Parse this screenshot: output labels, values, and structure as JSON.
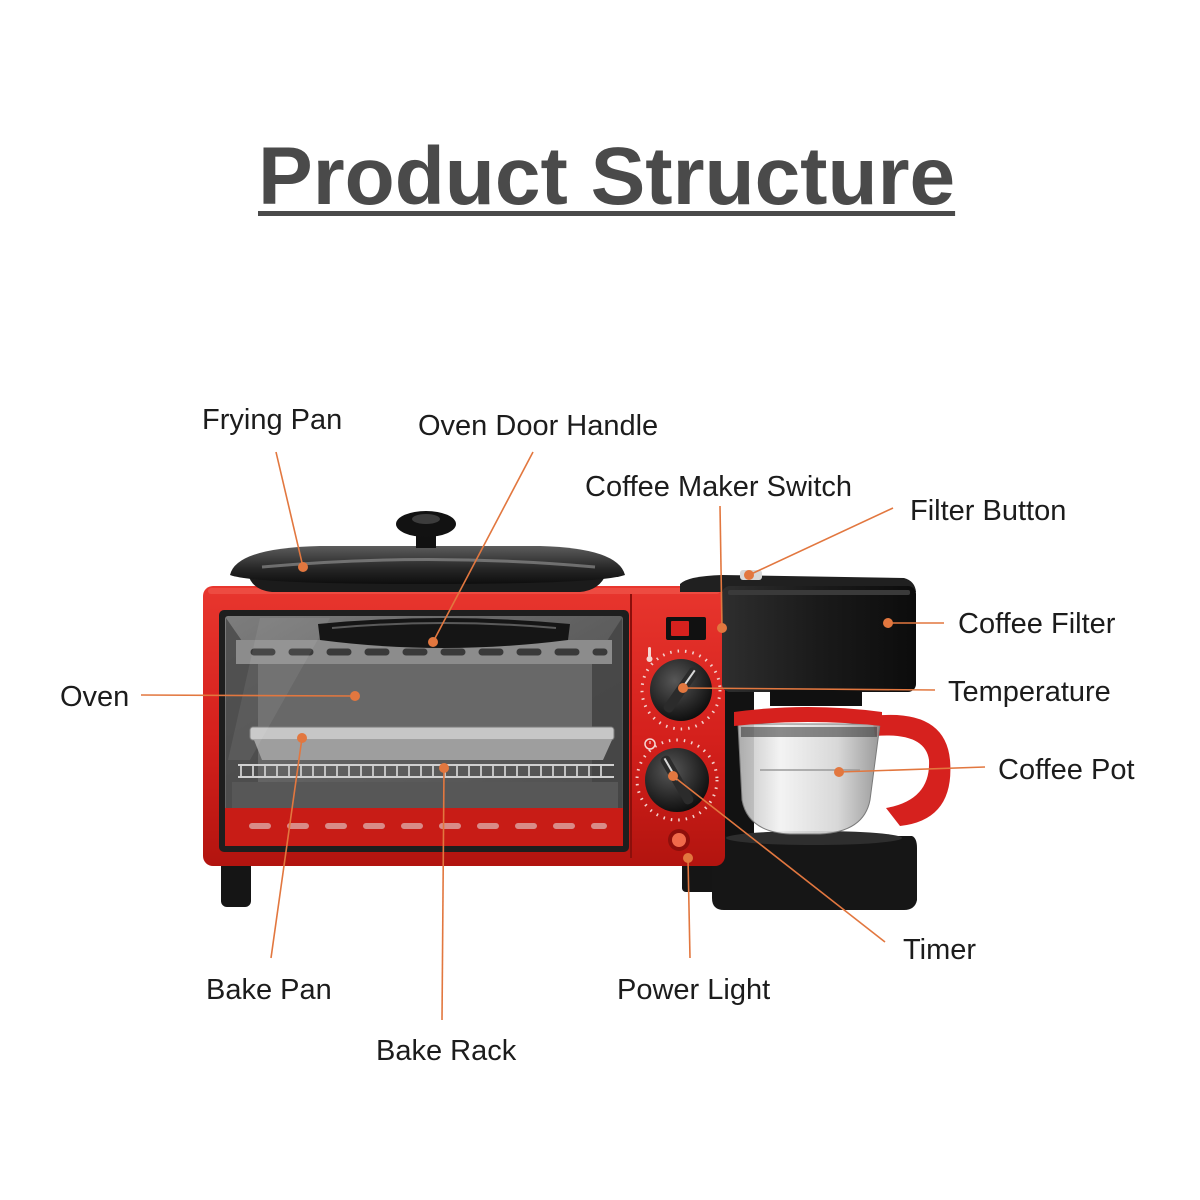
{
  "title": "Product Structure",
  "callouts": {
    "frying_pan": "Frying Pan",
    "oven_door_handle": "Oven Door Handle",
    "coffee_maker_switch": "Coffee Maker Switch",
    "filter_button": "Filter Button",
    "coffee_filter": "Coffee Filter",
    "oven": "Oven",
    "temperature": "Temperature",
    "coffee_pot": "Coffee Pot",
    "timer": "Timer",
    "bake_pan": "Bake Pan",
    "power_light": "Power Light",
    "bake_rack": "Bake Rack"
  },
  "colors": {
    "title": "#4a4a4a",
    "callout_line": "#e2773f",
    "label_text": "#1c1c1c",
    "appliance_red": "#d6211e",
    "background": "#ffffff"
  }
}
